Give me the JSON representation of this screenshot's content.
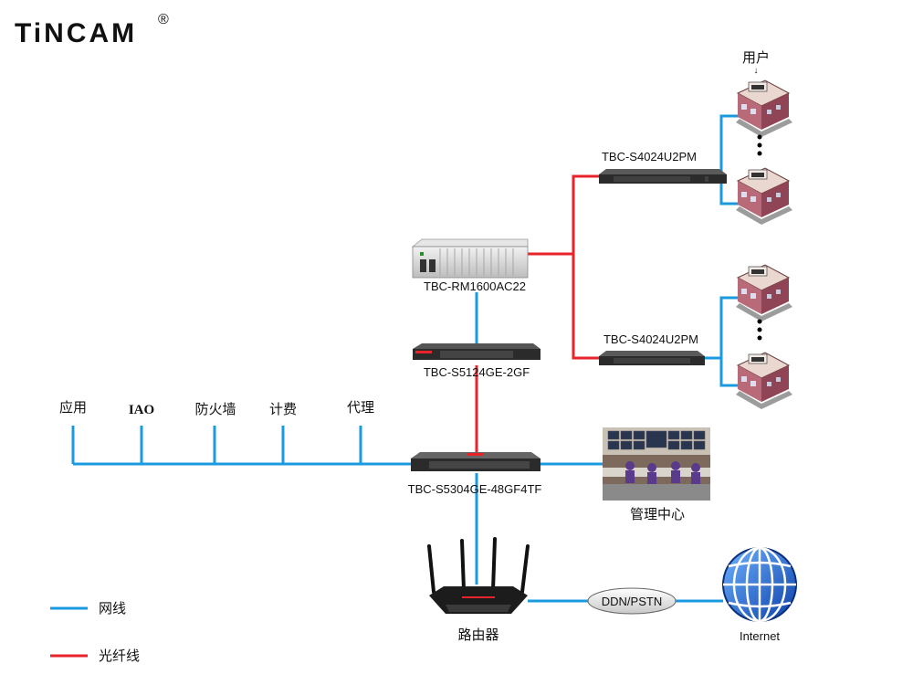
{
  "brand": {
    "name": "TiNCAM",
    "registered_mark": "®"
  },
  "legend": {
    "network_cable": "网线",
    "fiber_cable": "光纤线"
  },
  "colors": {
    "network_cable": "#1a9be0",
    "fiber_cable": "#e8232a"
  },
  "devices": {
    "chassis": "TBC-RM1600AC22",
    "switch_s5124": "TBC-S5124GE-2GF",
    "switch_s5304": "TBC-S5304GE-48GF4TF",
    "switch_s4024_top": "TBC-S4024U2PM",
    "switch_s4024_bottom": "TBC-S4024U2PM",
    "router": "路由器",
    "ddn": "DDN/PSTN",
    "internet": "Internet",
    "management": "管理中心"
  },
  "bus_labels": [
    "应用",
    "IAO",
    "防火墙",
    "计费",
    "代理"
  ],
  "user_label": "用户",
  "ellipsis": "⋮"
}
